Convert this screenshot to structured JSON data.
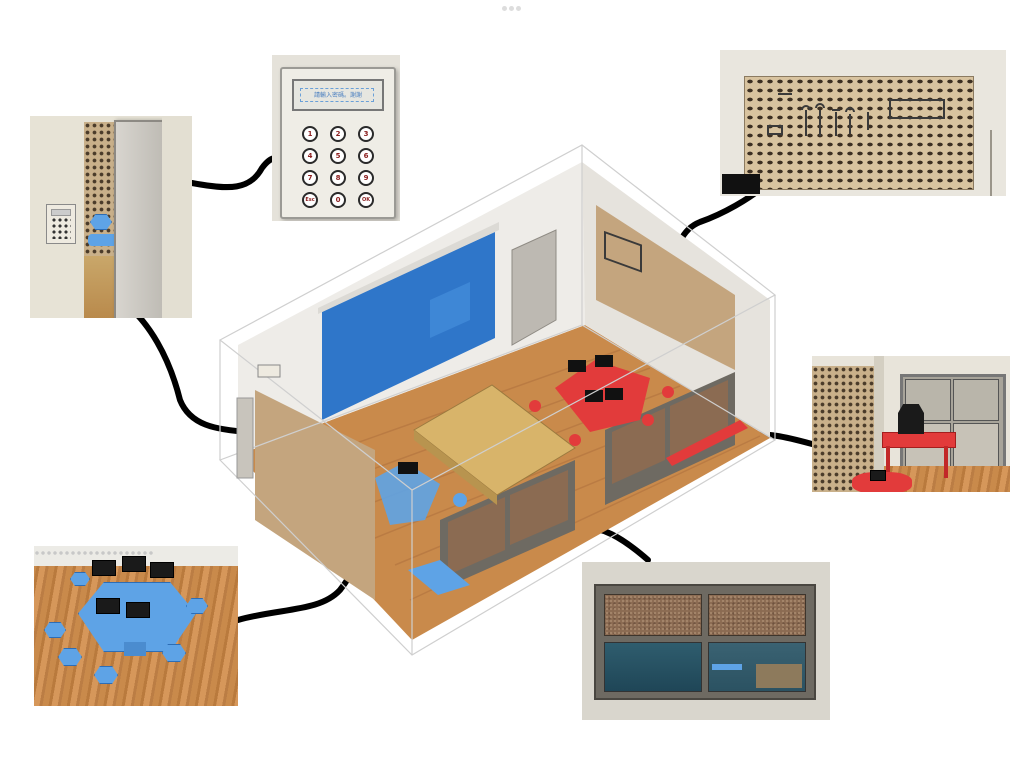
{
  "keypad_display": "請輸入密碼。謝謝",
  "keypad_keys": [
    "1",
    "2",
    "3",
    "4",
    "5",
    "6",
    "7",
    "8",
    "9",
    "Esc",
    "0",
    "OK"
  ],
  "colors": {
    "connector": "#000000",
    "wall": "#ece9e2",
    "floor_wood": "#c98a4b",
    "pegboard": "#c9b08a",
    "blue_furniture": "#5ea3e6",
    "red_furniture": "#e23b3b",
    "screen_blue": "#2f76c9",
    "table_top": "#d8b46a"
  },
  "icons": {
    "keypad": "keypad-icon",
    "door": "door-icon",
    "projector_screen": "projector-screen-icon",
    "pegboard": "pegboard-icon",
    "computer_table": "computer-table-icon",
    "window": "window-icon"
  }
}
